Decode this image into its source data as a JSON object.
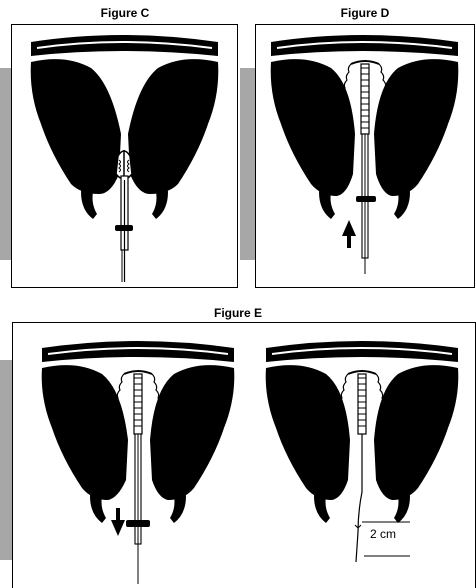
{
  "figures": {
    "c": {
      "title": "Figure C"
    },
    "d": {
      "title": "Figure D"
    },
    "e": {
      "title": "Figure E",
      "measurement_label": "2 cm"
    }
  },
  "colors": {
    "ink": "#000000",
    "paper": "#ffffff",
    "side_tab": "#a7a7a7",
    "cavity_gray": "#e6e6e6"
  },
  "icons": [
    "arrow-up-icon",
    "arrow-down-icon"
  ]
}
